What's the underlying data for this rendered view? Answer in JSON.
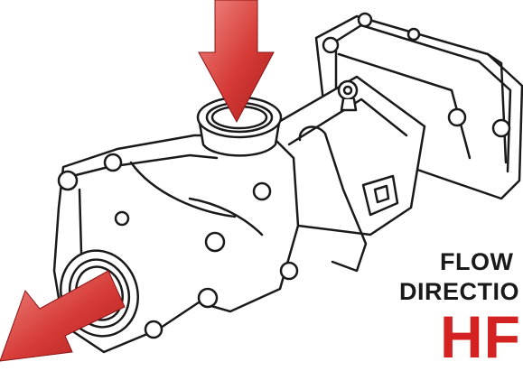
{
  "labels": {
    "flow": "FLOW",
    "direction": "DIRECTIO",
    "model": "HF"
  },
  "colors": {
    "arrow": "#d63a36",
    "arrow_dark": "#a81e1e",
    "model_text": "#d42222",
    "line": "#1a1a1a"
  },
  "icons": {
    "inlet": "arrow-down-icon",
    "outlet": "arrow-down-left-icon"
  }
}
